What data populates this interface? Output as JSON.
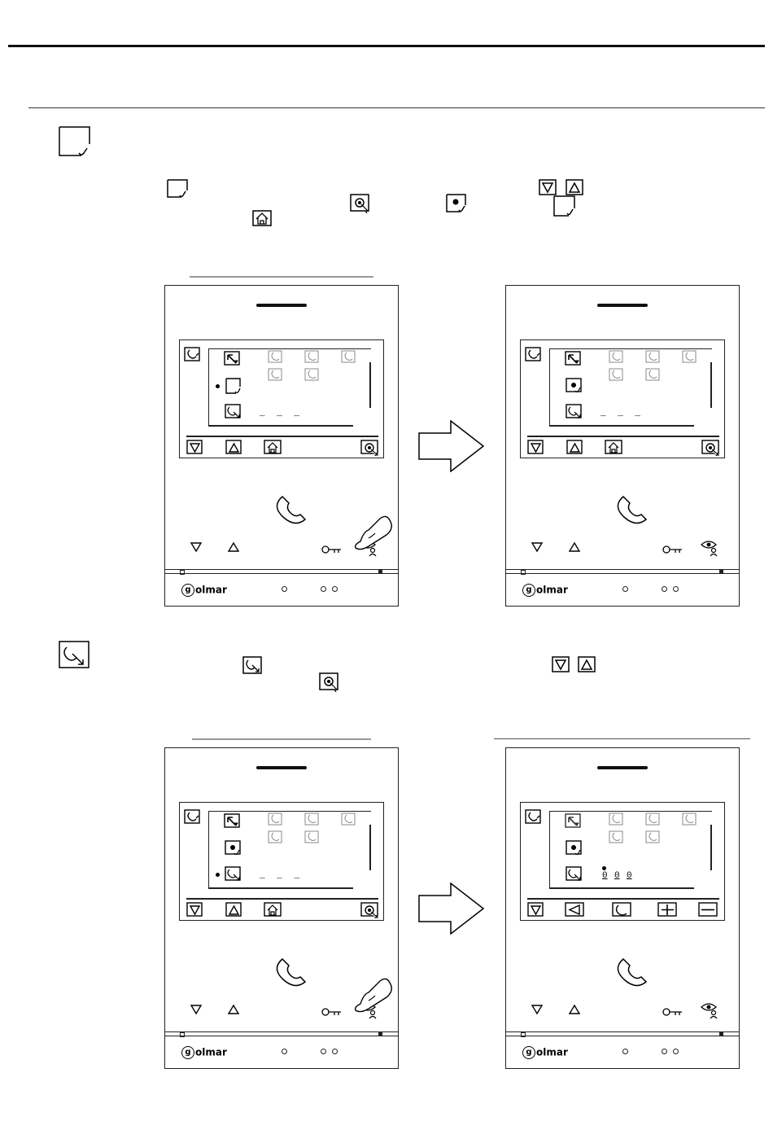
{
  "page": {
    "brand_name": "olmar",
    "brand_initial": "g"
  },
  "panels": [
    {
      "pointer_dot": "pos2",
      "call_forward_label": "_ _ _"
    },
    {
      "pointer_dot": "none",
      "call_forward_label": "_ _ _"
    },
    {
      "pointer_dot": "pos3",
      "call_forward_label": "_ _ _"
    },
    {
      "pointer_dot": "digits",
      "call_forward_digits": [
        "0",
        "0",
        "0"
      ]
    }
  ],
  "icons": {
    "menu_down": "triangle-down-icon",
    "menu_up": "triangle-up-icon",
    "home": "home-icon",
    "confirm": "touch-confirm-icon",
    "back": "back-triangle-icon",
    "call": "handset-icon",
    "plus": "plus-icon",
    "minus": "minus-icon",
    "key": "key-icon",
    "eye": "eye-icon"
  }
}
